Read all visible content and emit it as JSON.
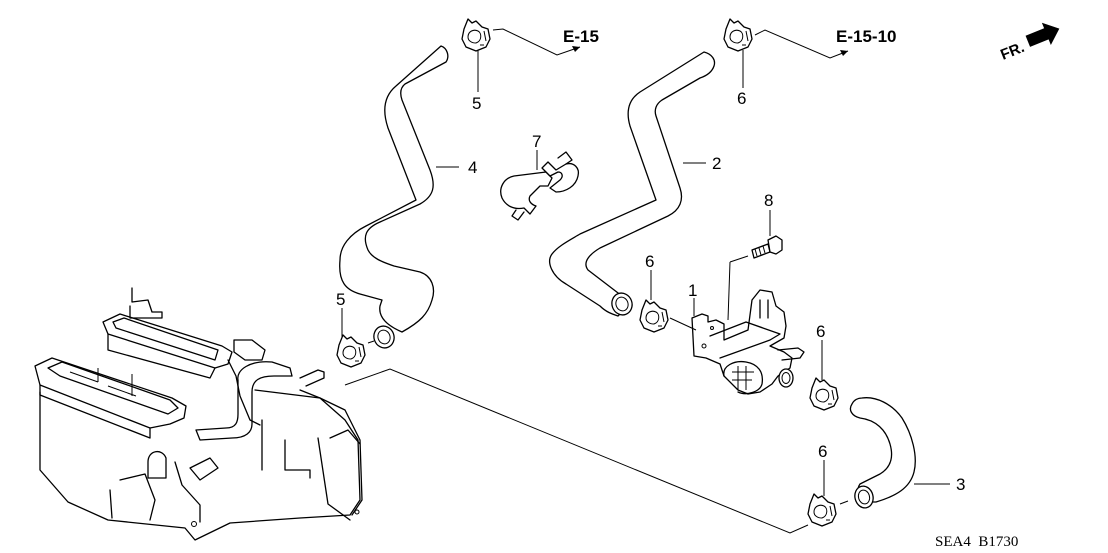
{
  "diagram": {
    "title": "Water Hose Parts Diagram",
    "drawing_code": "SEA4  B1730",
    "direction_indicator": "FR.",
    "references": [
      {
        "id": "ref-e15",
        "label": "E-15"
      },
      {
        "id": "ref-e15-10",
        "label": "E-15-10"
      }
    ],
    "callouts": [
      {
        "number": "1",
        "part": "valve-assembly"
      },
      {
        "number": "2",
        "part": "hose-upper-right"
      },
      {
        "number": "3",
        "part": "hose-lower-right"
      },
      {
        "number": "4",
        "part": "hose-left"
      },
      {
        "number": "5",
        "part": "hose-clip-top"
      },
      {
        "number": "5",
        "part": "hose-clip-lower-left"
      },
      {
        "number": "6",
        "part": "hose-clip-top-right"
      },
      {
        "number": "6",
        "part": "hose-clip-valve-inlet"
      },
      {
        "number": "6",
        "part": "hose-clip-valve-outlet"
      },
      {
        "number": "6",
        "part": "hose-clip-bottom"
      },
      {
        "number": "7",
        "part": "hose-holder-clamp"
      },
      {
        "number": "8",
        "part": "flange-bolt"
      }
    ]
  }
}
